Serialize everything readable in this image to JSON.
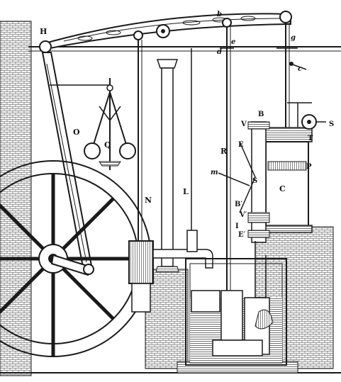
{
  "diagram": {
    "labels": {
      "H": "H",
      "b": "b",
      "g": "g",
      "d": "d",
      "e": "e",
      "c": "c",
      "O": "O",
      "Q": "Q",
      "N": "N",
      "L": "L",
      "R": "R",
      "V_top": "V",
      "B_top": "B",
      "S_right": "S",
      "T": "T",
      "E_top": "E",
      "m": "m",
      "S_mid": "S",
      "C": "C",
      "P": "P",
      "B_prime": "B′",
      "V_prime": "V′",
      "I": "I",
      "E_prime": "E′"
    },
    "colors": {
      "ink": "#1a1a1a",
      "paper": "#ffffff",
      "hatch": "#444444"
    }
  }
}
